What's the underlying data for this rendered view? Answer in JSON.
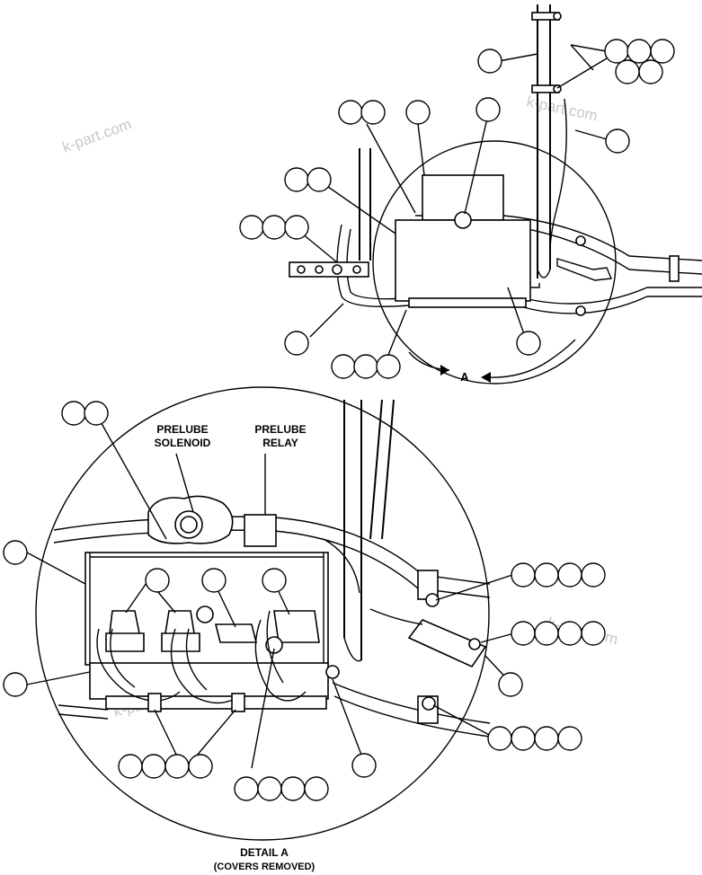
{
  "labels": {
    "prelube_solenoid_line1": "PRELUBE",
    "prelube_solenoid_line2": "SOLENOID",
    "prelube_relay_line1": "PRELUBE",
    "prelube_relay_line2": "RELAY",
    "detail_marker": "A",
    "detail_title": "DETAIL A",
    "detail_subtitle": "(COVERS REMOVED)"
  },
  "watermarks": [
    "k-part.com",
    "k-part.com",
    "k-part.com",
    "k-part.com"
  ]
}
